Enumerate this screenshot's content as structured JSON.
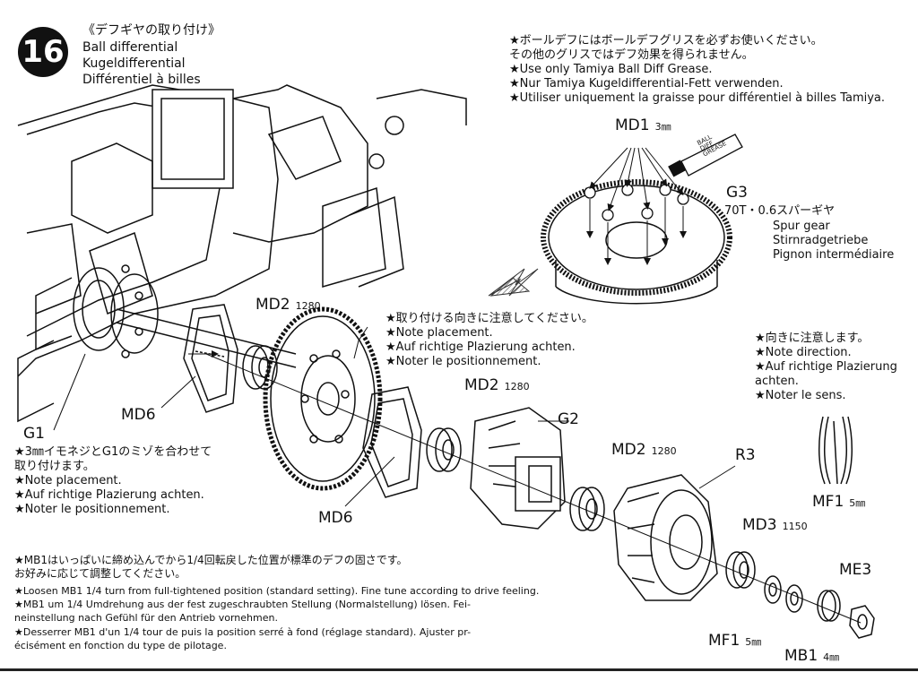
{
  "step": {
    "number": "16",
    "title_jp": "《デフギヤの取り付け》",
    "title_en": "Ball differential",
    "title_de": "Kugeldifferential",
    "title_fr": "Différentiel à billes"
  },
  "grease_note": {
    "jp1": "★ボールデフにはボールデフグリスを必ずお使いください。",
    "jp2": "その他のグリスではデフ効果を得られません。",
    "en": "★Use only Tamiya Ball Diff Grease.",
    "de": "★Nur Tamiya Kugeldifferential-Fett verwenden.",
    "fr": "★Utiliser uniquement la graisse pour différentiel à billes Tamiya."
  },
  "grease_tube_label": [
    "BALL",
    "DIFF",
    "GREASE"
  ],
  "placement_note_center": {
    "jp": "★取り付ける向きに注意してください。",
    "en": "★Note placement.",
    "de": "★Auf richtige Plazierung achten.",
    "fr": "★Noter le positionnement."
  },
  "direction_note_right": {
    "jp": "★向きに注意します。",
    "en": "★Note direction.",
    "de1": "★Auf richtige Plazierung",
    "de2": "achten.",
    "fr": "★Noter le sens."
  },
  "g1_note": {
    "jp1": "★3㎜イモネジとG1のミゾを合わせて",
    "jp2": "取り付けます。",
    "en": "★Note placement.",
    "de": "★Auf richtige Plazierung achten.",
    "fr": "★Noter le positionnement."
  },
  "adjust_note": {
    "jp1": "★MB1はいっぱいに締め込んでから1/4回転戻した位置が標準のデフの固さです。",
    "jp2": "お好みに応じて調整してください。",
    "en": "★Loosen MB1 1/4 turn from full-tightened position (standard setting). Fine tune according to drive feeling.",
    "de1": "★MB1 um 1/4 Umdrehung aus der fest zugeschraubten Stellung (Normalstellung) lösen. Fei-",
    "de2": "neinstellung nach Gefühl für den Antrieb vornehmen.",
    "fr1": "★Desserrer MB1 d'un 1/4 tour de puis la position serré à fond (réglage standard). Ajuster pr-",
    "fr2": "écisément en fonction du type de pilotage."
  },
  "spur_gear": {
    "part": "G3",
    "spec": "70T・0.6スパーギヤ",
    "en": "Spur gear",
    "de": "Stirnradgetriebe",
    "fr": "Pignon intermédiaire"
  },
  "parts": {
    "md1": {
      "name": "MD1",
      "size": "3㎜"
    },
    "md2_a": {
      "name": "MD2",
      "size": "1280"
    },
    "md2_b": {
      "name": "MD2",
      "size": "1280"
    },
    "md2_c": {
      "name": "MD2",
      "size": "1280"
    },
    "md6_a": {
      "name": "MD6"
    },
    "md6_b": {
      "name": "MD6"
    },
    "g1": {
      "name": "G1"
    },
    "g2": {
      "name": "G2"
    },
    "r3": {
      "name": "R3"
    },
    "md3": {
      "name": "MD3",
      "size": "1150"
    },
    "me3": {
      "name": "ME3"
    },
    "mf1_a": {
      "name": "MF1",
      "size": "5㎜"
    },
    "mf1_b": {
      "name": "MF1",
      "size": "5㎜"
    },
    "mb1": {
      "name": "MB1",
      "size": "4㎜"
    }
  },
  "colors": {
    "ink": "#111111",
    "paper": "#ffffff",
    "hatch": "#555555"
  }
}
